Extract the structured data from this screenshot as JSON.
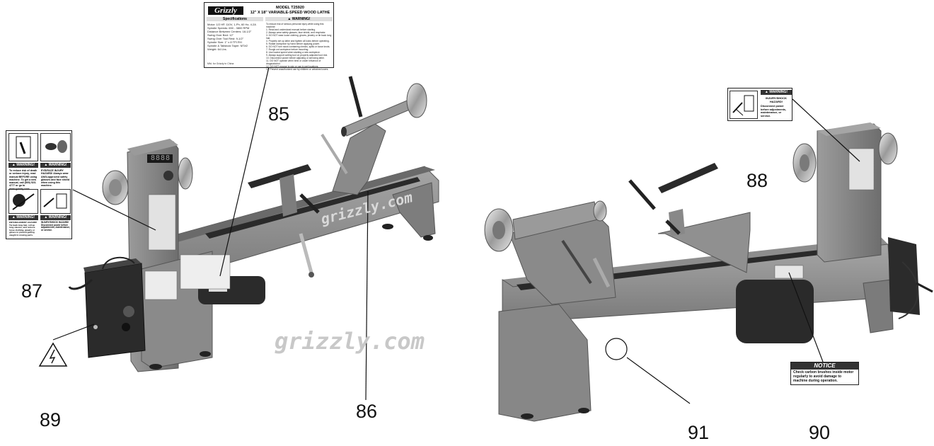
{
  "callouts": {
    "n85": "85",
    "n86": "86",
    "n87": "87",
    "n88": "88",
    "n89": "89",
    "n90": "90",
    "n91": "91"
  },
  "watermarks": {
    "center": "grizzly.com",
    "machine": "grizzly.com"
  },
  "id_plate": {
    "logo": "Grizzly",
    "model": "MODEL T25920",
    "title": "12\" X 18\" VARIABLE-SPEED WOOD LATHE",
    "spec_heading": "Specifications",
    "warn_heading": "WARNING!",
    "spec_lines": [
      "Motor: 1/2 HP, 110V, 1-Ph, 60 Hz, 4.2A",
      "Spindle Speeds: 650 - 3800 RPM",
      "Distance Between Centers: 18-1/2\"",
      "Swing Over Bed: 12\"",
      "Swing Over Tool Rest: 9-1/2\"",
      "Spindle Size: 1\" x 8 TPI RH",
      "Spindle & Tailstock Taper: MT#2",
      "Weight: 64 Lbs."
    ],
    "warn_lines": [
      "To reduce risk of serious personal injury while using this machine:",
      "1. Read and understand manual before starting.",
      "2. Always wear safety glasses, face shield, and respirator.",
      "3. DO NOT wear loose clothing, gloves, jewelry or tie back long hair.",
      "4. Properly set up lathe and tighten all locks before operating.",
      "5. Rotate workpiece by hand before applying power.",
      "6. DO NOT turn stock containing checks, splits or loose knots.",
      "7. Rough-cut workpiece before mounting.",
      "8. Use lowest speed when starting a new workpiece.",
      "9. Always support cutting tool on properly adjusted tool rest.",
      "10. Disconnect power before adjusting or servicing lathe.",
      "11. DO NOT operate when tired or under influence of drugs/alcohol.",
      "12. DO NOT expose to rain or use in wet locations.",
      "13. Prevent unauthorized use by children or untrained users."
    ],
    "made_in": "Mfd. for Grizzly in China"
  },
  "warn_left": {
    "head1": "WARNING!",
    "head2": "WARNING!",
    "head3": "WARNING!",
    "head4": "WARNING!",
    "text1": "To reduce risk of death or serious injury, read manual BEFORE using machine. To get a new manual, call (800) 523-4777 or go to www.grizzly.com",
    "text2": "EYE/FACE INJURY HAZARD! Always wear ANSI-approved safety glasses and face shield when using this machine.",
    "text3": "ENTANGLEMENT HAZARD! Tie back long hair, roll up long sleeves, and remove loose clothing, jewelry or gloves to prevent getting caught in moving parts.",
    "text4": "INJURY/SHOCK HAZARD! Disconnect power before adjustments, maintenance, or service."
  },
  "warn_right": {
    "head": "WARNING!",
    "title": "INJURY/SHOCK HAZARD!",
    "text": "Disconnect power before adjustments, maintenance, or service."
  },
  "notice": {
    "head": "NOTICE",
    "text": "Check carbon brushes inside motor regularly to avoid damage to machine during operation."
  },
  "display_digits": "8888",
  "colors": {
    "machine_gray": "#8c8c8c",
    "machine_light": "#b3b3b3",
    "machine_dark": "#5a5a5a",
    "black_part": "#262626",
    "chrome": "#d9d9d9"
  }
}
